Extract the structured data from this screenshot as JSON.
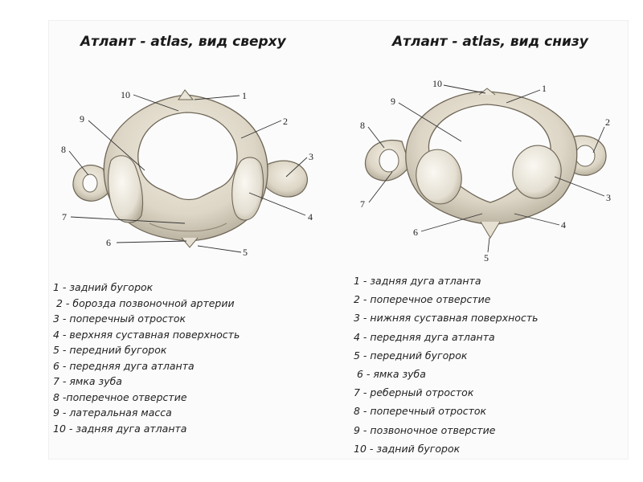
{
  "titles": {
    "left": "Атлант - atlas, вид сверху",
    "right": "Атлант - atlas, вид снизу"
  },
  "legend_left": [
    "1 - задний бугорок",
    " 2 - борозда позвоночной артерии",
    "3 - поперечный отросток",
    "4 - верхняя суставная поверхность",
    "5 - передний бугорок",
    "6 - передняя дуга атланта",
    "7 - ямка зуба",
    "8 -поперечное отверстие",
    "9 - латеральная масса",
    "10 - задняя дуга атланта"
  ],
  "legend_right": [
    "1 - задняя дуга атланта",
    "2 - поперечное отверстие",
    "3 - нижняя суставная поверхность",
    "4 - передняя дуга атланта",
    "5 - передний бугорок",
    " 6 - ямка зуба",
    "7 - реберный отросток",
    "8 - поперечный отросток",
    "9 - позвоночное отверстие",
    "10 - задний бугорок"
  ],
  "callouts_left": [
    "1",
    "2",
    "3",
    "4",
    "5",
    "6",
    "7",
    "8",
    "9",
    "10"
  ],
  "callouts_right": [
    "1",
    "2",
    "3",
    "4",
    "5",
    "6",
    "7",
    "8",
    "9",
    "10"
  ]
}
